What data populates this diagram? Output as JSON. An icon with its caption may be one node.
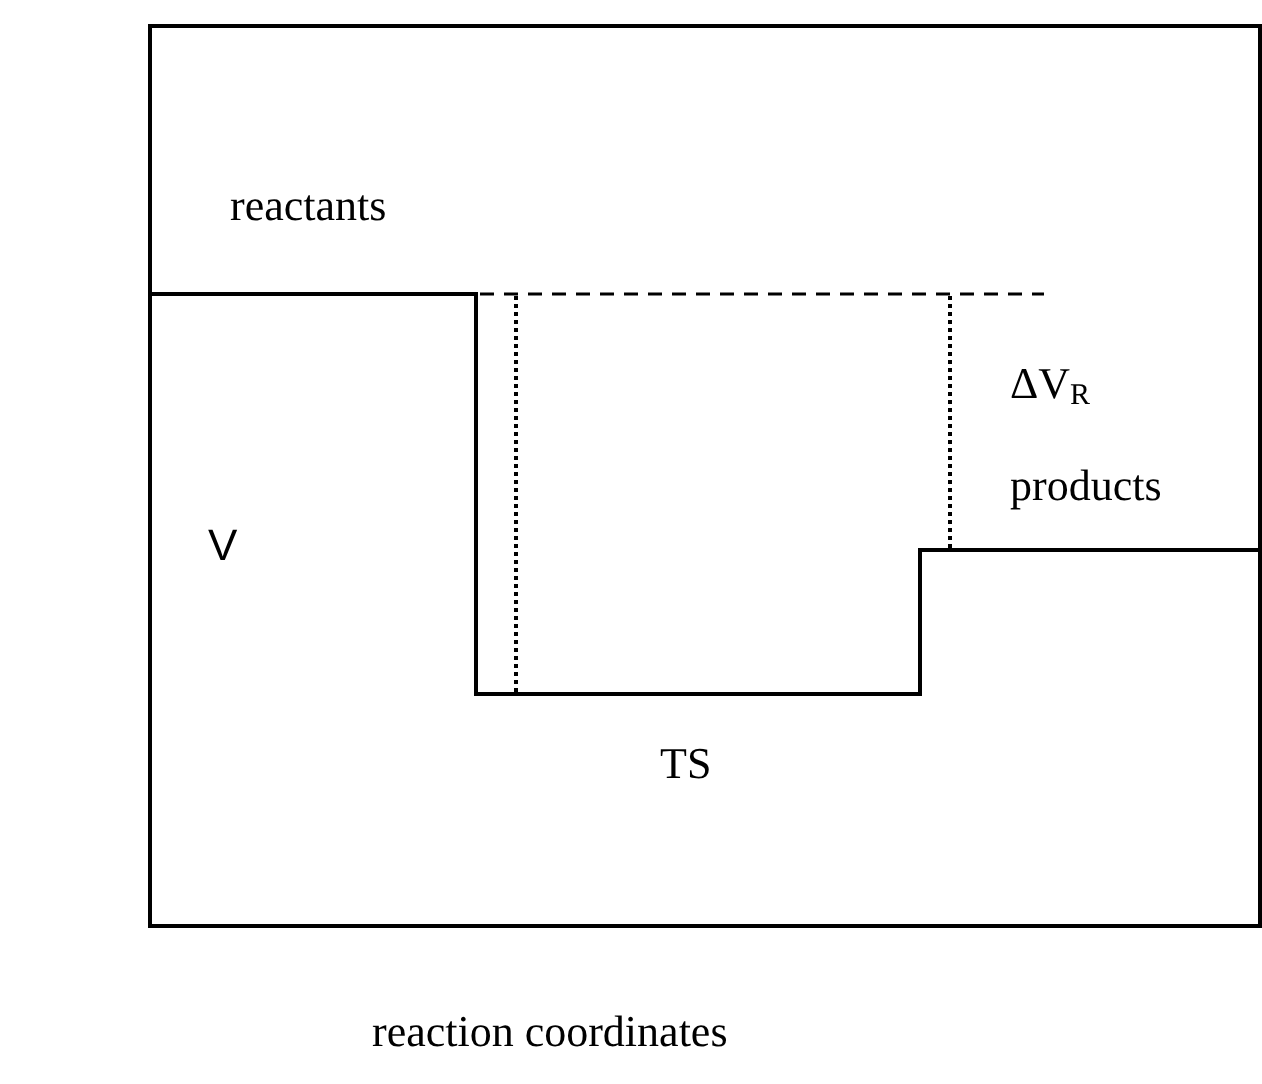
{
  "diagram": {
    "labels": [
      "reactants",
      "ΔV$_{R}$",
      "V",
      "products",
      "TS",
      "reaction coordinates"
    ]
  }
}
